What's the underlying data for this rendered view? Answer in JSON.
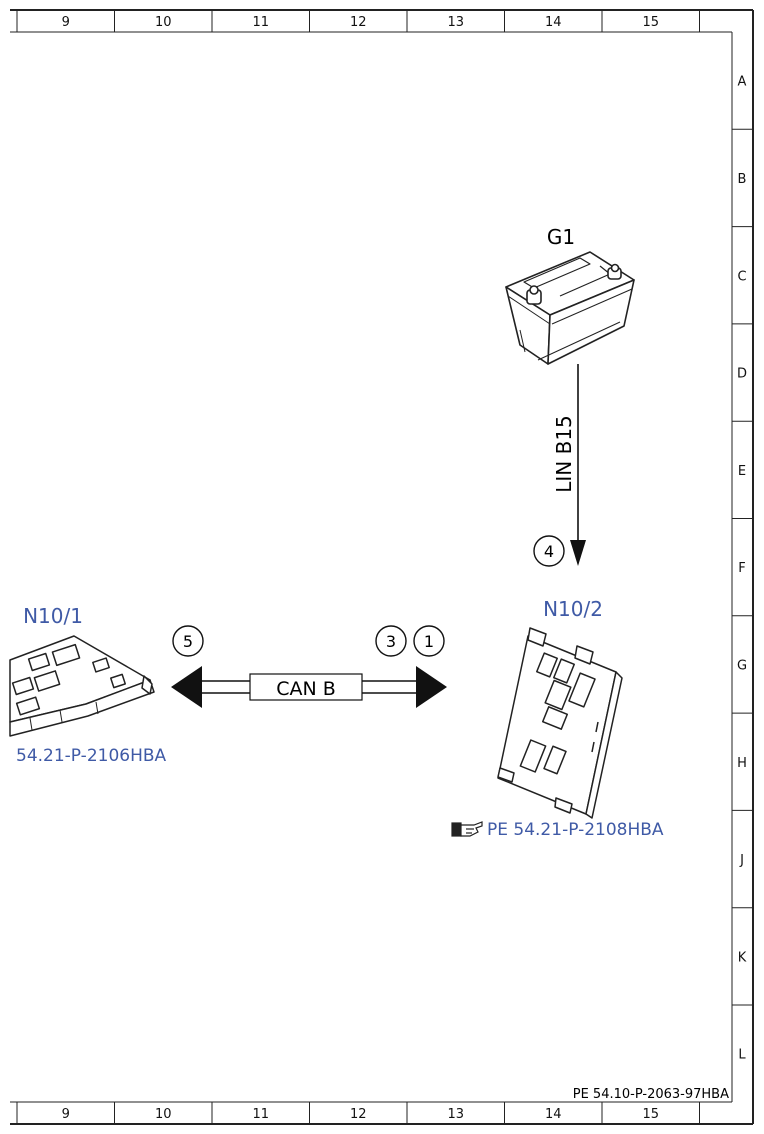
{
  "frame": {
    "columns": [
      "9",
      "10",
      "11",
      "12",
      "13",
      "14",
      "15"
    ],
    "rows": [
      "A",
      "B",
      "C",
      "D",
      "E",
      "F",
      "G",
      "H",
      "J",
      "K",
      "L"
    ]
  },
  "components": {
    "battery": {
      "label": "G1",
      "icon": "car-battery-icon"
    },
    "module_left": {
      "label": "N10/1",
      "reference": "54.21-P-2106HBA",
      "icon": "control-module-icon"
    },
    "module_right": {
      "label": "N10/2",
      "reference": "PE 54.21-P-2108HBA",
      "icon": "fuse-relay-module-icon"
    }
  },
  "connections": {
    "lin": {
      "label": "LIN B15",
      "marker": "4"
    },
    "can": {
      "label": "CAN B",
      "markers": [
        "5",
        "3",
        "1"
      ]
    }
  },
  "document_id": "PE 54.10-P-2063-97HBA",
  "colors": {
    "label_blue": "#3f5aa6",
    "line": "#111111"
  }
}
